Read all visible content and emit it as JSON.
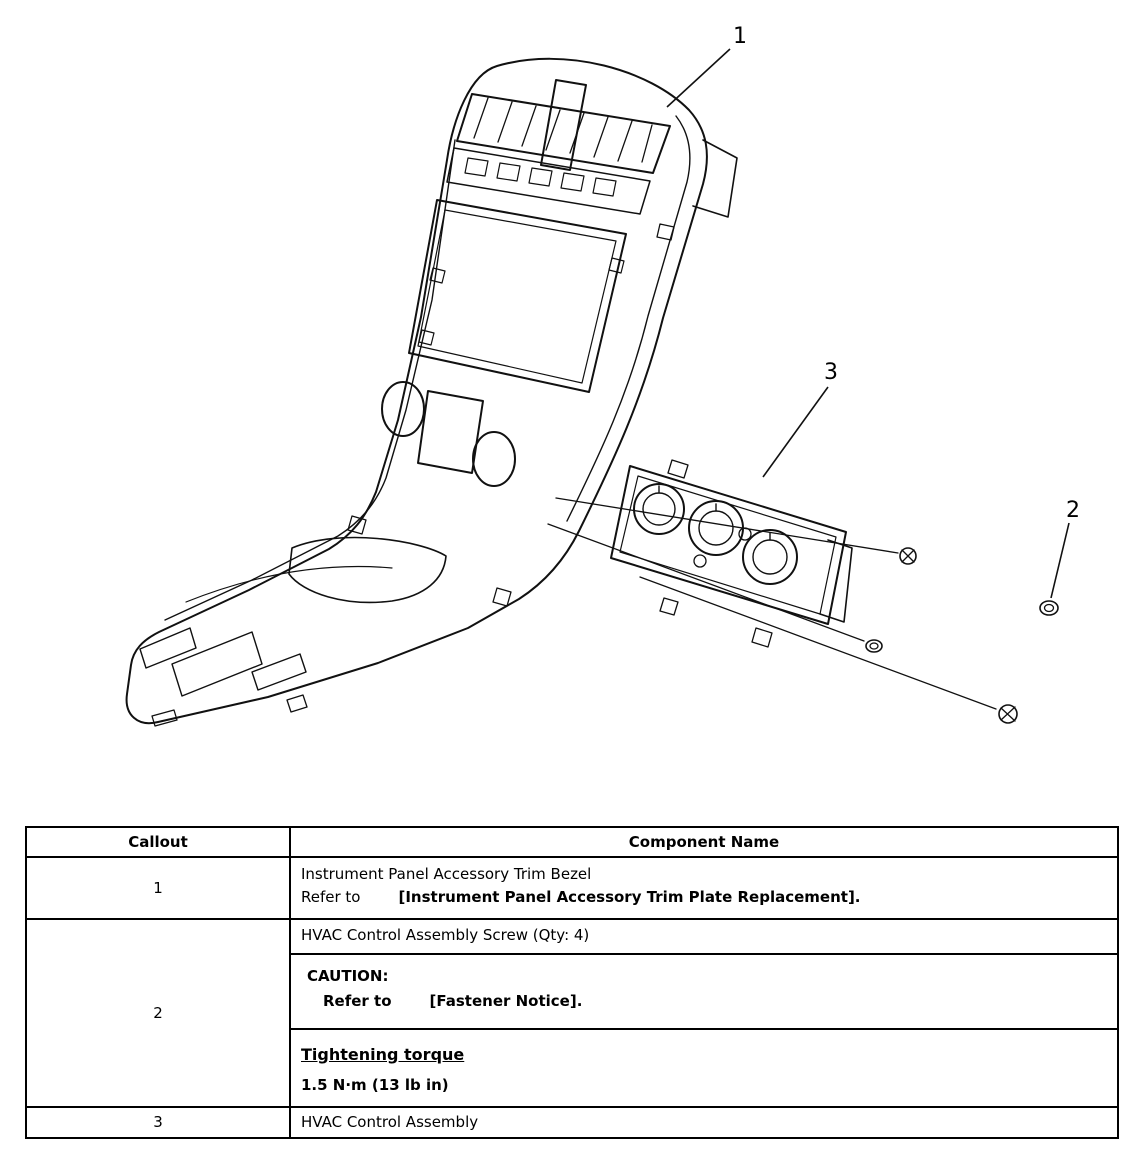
{
  "figure": {
    "callouts": {
      "c1": "1",
      "c2": "2",
      "c3": "3"
    }
  },
  "table": {
    "headers": {
      "callout": "Callout",
      "component": "Component Name"
    },
    "rows": {
      "r1": {
        "callout": "1",
        "line1": "Instrument Panel Accessory Trim Bezel",
        "refer": "Refer to",
        "refer_target": "[Instrument Panel Accessory Trim Plate Replacement]."
      },
      "r2": {
        "callout": "2",
        "line1": "HVAC Control Assembly Screw (Qty: 4)",
        "caution_title": "CAUTION:",
        "caution_refer": "Refer to",
        "caution_target": "[Fastener Notice].",
        "torque_title": "Tightening torque",
        "torque_value": "1.5 N·m (13 lb in)"
      },
      "r3": {
        "callout": "3",
        "line1": "HVAC Control Assembly"
      }
    }
  }
}
